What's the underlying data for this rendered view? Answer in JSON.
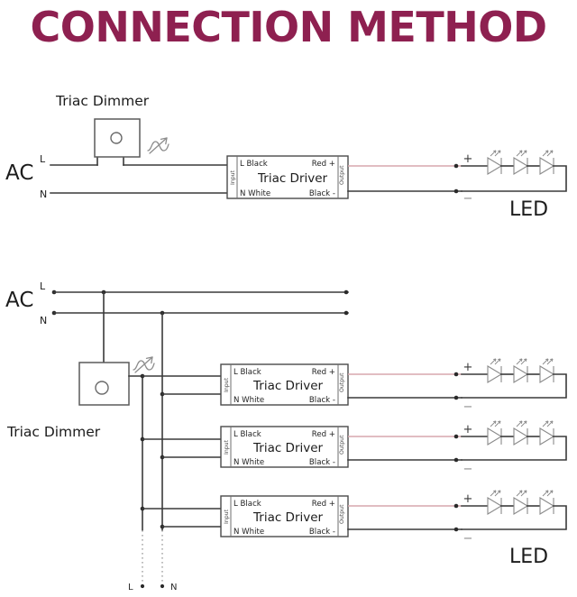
{
  "title": "CONNECTION METHOD",
  "accent_color": "#8e2050",
  "wire_colors": {
    "line": "#3a3a3a",
    "positive": "#d7a7ae",
    "symbol": "#8a8a8a"
  },
  "diagram_top": {
    "name": "single-driver-connection",
    "source": {
      "label": "AC",
      "live_label": "L",
      "neutral_label": "N"
    },
    "dimmer": {
      "label": "Triac Dimmer",
      "symbol_name": "dimmer-wave-arrow-symbol"
    },
    "driver": {
      "label": "Triac Driver",
      "input_side_label": "Input",
      "output_side_label": "Output",
      "input_live": "L Black",
      "input_neutral": "N White",
      "output_positive": "Red +",
      "output_negative": "Black -"
    },
    "load": {
      "label": "LED",
      "positive_terminal": "+",
      "negative_terminal": "−",
      "led_count": 3
    }
  },
  "diagram_bottom": {
    "name": "multi-driver-parallel-connection",
    "source": {
      "label": "AC",
      "live_label": "L",
      "neutral_label": "N"
    },
    "dimmer": {
      "label": "Triac Dimmer",
      "symbol_name": "dimmer-wave-arrow-symbol"
    },
    "drivers": [
      {
        "label": "Triac Driver",
        "input_side_label": "Input",
        "output_side_label": "Output",
        "input_live": "L Black",
        "input_neutral": "N White",
        "output_positive": "Red +",
        "output_negative": "Black -"
      },
      {
        "label": "Triac Driver",
        "input_side_label": "Input",
        "output_side_label": "Output",
        "input_live": "L Black",
        "input_neutral": "N White",
        "output_positive": "Red +",
        "output_negative": "Black -"
      },
      {
        "label": "Triac Driver",
        "input_side_label": "Input",
        "output_side_label": "Output",
        "input_live": "L Black",
        "input_neutral": "N White",
        "output_positive": "Red +",
        "output_negative": "Black -"
      }
    ],
    "loads": [
      {
        "positive_terminal": "+",
        "negative_terminal": "−",
        "led_count": 3
      },
      {
        "positive_terminal": "+",
        "negative_terminal": "−",
        "led_count": 3
      },
      {
        "positive_terminal": "+",
        "negative_terminal": "−",
        "led_count": 3
      }
    ],
    "load_label": "LED",
    "continuation": {
      "live_label": "L",
      "neutral_label": "N"
    }
  }
}
